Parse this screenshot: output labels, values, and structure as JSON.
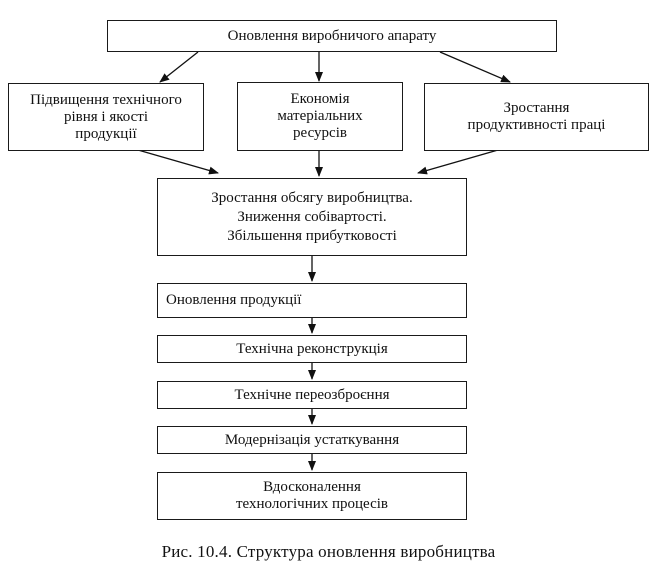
{
  "diagram": {
    "top_box": "Оновлення виробничого  апарату",
    "factor_boxes": [
      {
        "lines": [
          "Підвищення технічного",
          "рівня і якості",
          "продукції"
        ]
      },
      {
        "lines": [
          "Економія",
          "матеріальних",
          "ресурсів"
        ]
      },
      {
        "lines": [
          "Зростання",
          "продуктивності праці"
        ]
      }
    ],
    "result_box": {
      "lines": [
        "Зростання обсягу виробництва.",
        "Зниження собівартості.",
        "Збільшення прибутковості"
      ]
    },
    "chain_boxes": [
      {
        "lines": [
          "Оновлення продукції"
        ]
      },
      {
        "lines": [
          "Технічна реконструкція"
        ]
      },
      {
        "lines": [
          "Технічне переозброєння"
        ]
      },
      {
        "lines": [
          "Модернізація устаткування"
        ]
      },
      {
        "lines": [
          "Вдосконалення",
          "технологічних процесів"
        ]
      }
    ]
  },
  "caption": "Рис. 10.4. Структура оновлення виробництва"
}
